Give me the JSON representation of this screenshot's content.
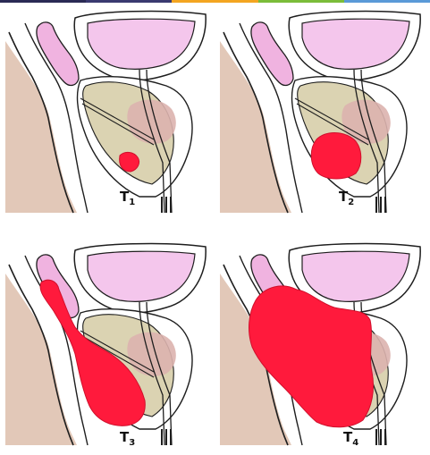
{
  "colors": {
    "bladder": "#f4c6ec",
    "seminal_vesicle": "#f0b3e0",
    "rectum": "#e2c8b8",
    "prostate": "#dbd3b2",
    "urethral_lobe": "#dbb3ae",
    "tumor": "#ff1a3c",
    "outline": "#1e1e1e",
    "topbar": [
      "#2a2a55",
      "#3a3a70",
      "#f3a521",
      "#7bbd3a",
      "#5a9ad8"
    ]
  },
  "panels": [
    {
      "stage": "T1",
      "letter": "T",
      "sub": "1"
    },
    {
      "stage": "T2",
      "letter": "T",
      "sub": "2"
    },
    {
      "stage": "T3",
      "letter": "T",
      "sub": "3"
    },
    {
      "stage": "T4",
      "letter": "T",
      "sub": "4"
    }
  ]
}
